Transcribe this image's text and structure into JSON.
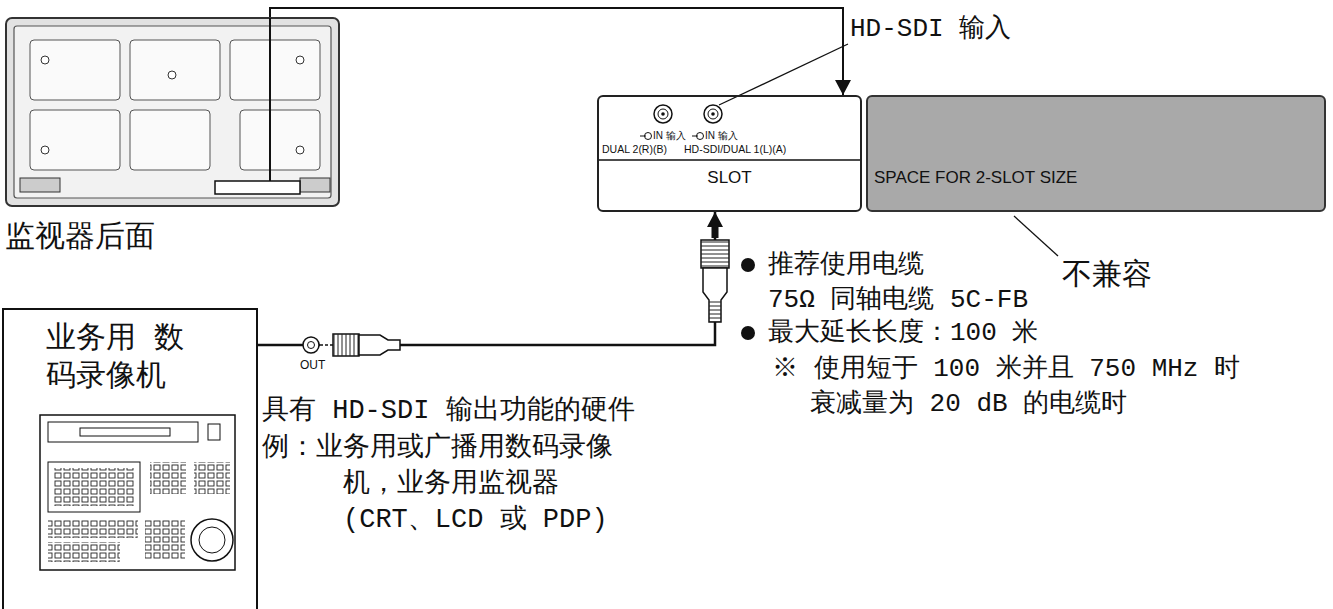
{
  "diagram": {
    "nodes": [
      {
        "text": [
          "监视器后面"
        ]
      },
      {
        "text": [
          "SLOT"
        ]
      },
      {
        "text": [
          "SPACE FOR 2-SLOT SIZE"
        ]
      },
      {
        "text": [
          "业务用 数码录像机"
        ]
      }
    ],
    "edges": [
      {
        "from": 0,
        "to": 1,
        "arrow": "to"
      },
      {
        "from": 3,
        "to": 1,
        "arrow": "to"
      }
    ],
    "labels": [
      "HD-SDI 输入",
      "IN 输入",
      "IN 输入",
      "DUAL 2(R)(B)",
      "HD-SDI/DUAL 1(L)(A)",
      "不兼容",
      "OUT",
      "具有 HD-SDI 输出功能的硬件",
      "例：业务用或广播用数码录像机，业务用监视器 (CRT、LCD 或 PDP)",
      "推荐使用电缆 75Ω 同轴电缆 5C-FB",
      "最大延长长度：100 米",
      "※ 使用短于 100 米并且 750 MHz 时 衰减量为 20 dB 的电缆时"
    ]
  }
}
